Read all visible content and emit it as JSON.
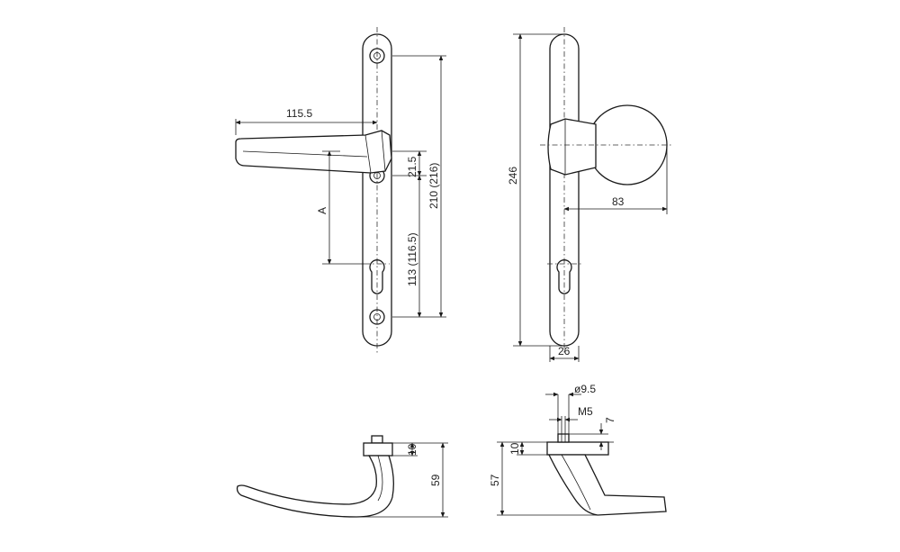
{
  "diagram": {
    "dimensions": {
      "lever_length": "115.5",
      "lever_offset_label": "A",
      "top_to_lever": "21.5",
      "overall_holes": "210 (216)",
      "lever_to_cylinder": "113 (116.5)",
      "plate_height": "246",
      "knob_projection": "83",
      "plate_width": "26",
      "spindle_dia": "ø9.5",
      "thread": "M5",
      "thread_length": "7",
      "rose_height_left": "10",
      "handle_height": "59",
      "rose_height_right": "10",
      "handle_height_right": "57"
    }
  }
}
